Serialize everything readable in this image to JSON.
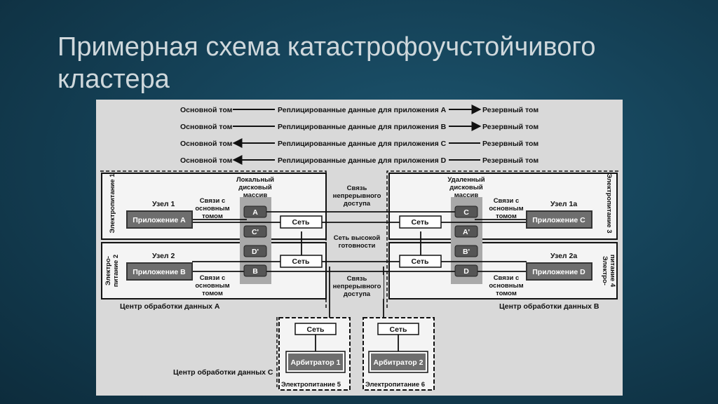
{
  "slide": {
    "title_line1": "Примерная схема катастрофоучстойчивого",
    "title_line2": "кластера"
  },
  "replication": {
    "rows": [
      {
        "left": "Основной том",
        "label": "Реплицированные данные для приложения А",
        "right": "Резервный том",
        "direction": "right"
      },
      {
        "left": "Основной том",
        "label": "Реплицированные данные для приложения В",
        "right": "Резервный том",
        "direction": "right"
      },
      {
        "left": "Основной том",
        "label": "Реплицированные данные для приложения С",
        "right": "Резервный том",
        "direction": "left"
      },
      {
        "left": "Основной том",
        "label": "Реплицированные данные для приложения D",
        "right": "Резервный том",
        "direction": "left"
      }
    ]
  },
  "site_a": {
    "title": "Центр обработки данных А",
    "power1": "Электропитание 1",
    "power2_l1": "Электро-",
    "power2_l2": "питание 2",
    "node1": "Узел 1",
    "node2": "Узел 2",
    "app1": "Приложение А",
    "app2": "Приложение В",
    "link_l1": "Связи с",
    "link_l2": "основным",
    "link_l3": "томом",
    "array_l1": "Локальный",
    "array_l2": "дисковый",
    "array_l3": "массив",
    "disks": [
      "А",
      "C'",
      "D'",
      "В"
    ],
    "net": "Сеть"
  },
  "site_b": {
    "title": "Центр обработки данных В",
    "power3": "Электропитание 3",
    "power4_l1": "Электро-",
    "power4_l2": "питание 4",
    "node1": "Узел 1а",
    "node2": "Узел 2а",
    "app1": "Приложение С",
    "app2": "Приложение D",
    "link_l1": "Связи с",
    "link_l2": "основным",
    "link_l3": "томом",
    "array_l1": "Удаленный",
    "array_l2": "дисковый",
    "array_l3": "массив",
    "disks": [
      "С",
      "А'",
      "В'",
      "D"
    ],
    "net": "Сеть"
  },
  "center": {
    "cdp_top_l1": "Связь",
    "cdp_top_l2": "непрерывного",
    "cdp_top_l3": "доступа",
    "ha_l1": "Сеть высокой",
    "ha_l2": "готовности",
    "cdp_bot_l1": "Связь",
    "cdp_bot_l2": "непрерывного",
    "cdp_bot_l3": "доступа"
  },
  "site_c": {
    "title": "Центр обработки данных С",
    "net": "Сеть",
    "arbiter1": "Арбитратор 1",
    "arbiter2": "Арбитратор 2",
    "power5": "Электропитание 5",
    "power6": "Электропитание 6"
  },
  "colors": {
    "panel_bg": "#d9d9d9",
    "app_box": "#6e6e6e",
    "disk": "#555555",
    "array_bg": "#a9a9a9",
    "title_text": "#cfd8dc"
  }
}
